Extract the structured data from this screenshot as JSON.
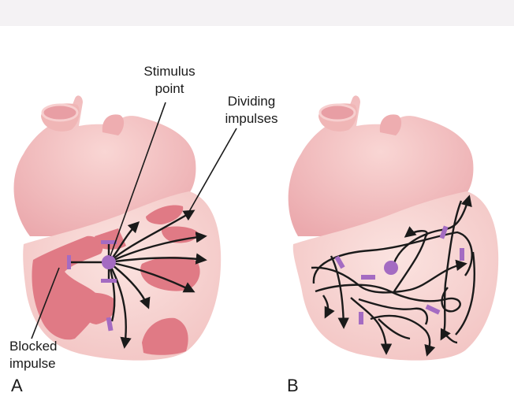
{
  "labels": {
    "stimulus_line1": "Stimulus",
    "stimulus_line2": "point",
    "dividing_line1": "Dividing",
    "dividing_line2": "impulses",
    "blocked_line1": "Blocked",
    "blocked_line2": "impulse",
    "panel_a": "A",
    "panel_b": "B"
  },
  "colors": {
    "atria": "#f1b8b8",
    "ventricle": "#f7d4d0",
    "damaged_tissue": "#e07a85",
    "impulse_path": "#1a1a1a",
    "stimulus_point": "#a46bc2",
    "block_marker": "#a46bc2",
    "top_band": "#f4f2f4"
  }
}
